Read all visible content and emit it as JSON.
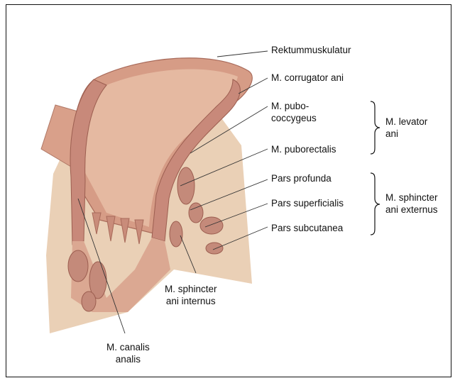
{
  "labels": {
    "rektum": "Rektummuskulatur",
    "corrugator": "M. corrugator ani",
    "pubococcygeus": "M. pubo-\ncoccygeus",
    "puborectalis": "M. puborectalis",
    "profunda": "Pars profunda",
    "superficialis": "Pars superficialis",
    "subcutanea": "Pars subcutanea",
    "levator": "M. levator\nani",
    "sphincter_ext": "M. sphincter\nani externus",
    "sphincter_int": "M. sphincter\nani internus",
    "canalis": "M. canalis\nanalis"
  },
  "colors": {
    "skin": "#e9c8aa",
    "muscle": "#c88f7a",
    "muscle_dark": "#a86a5a",
    "mucosa": "#dba892",
    "lumen": "#e3b59c"
  }
}
